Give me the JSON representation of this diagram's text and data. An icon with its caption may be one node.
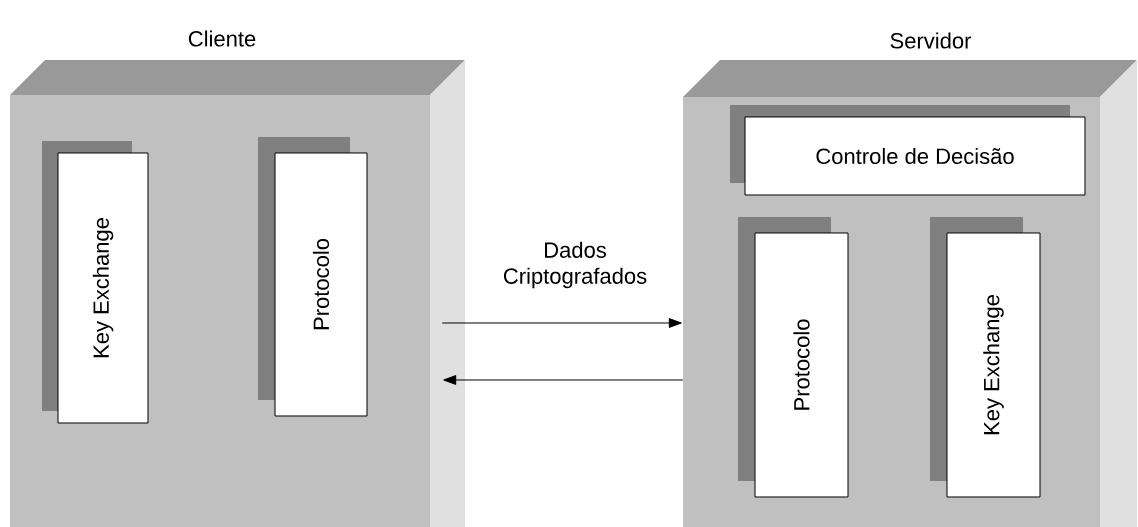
{
  "diagram": {
    "nodes": [
      {
        "text": [
          "Cliente"
        ]
      },
      {
        "text": [
          "Key Exchange"
        ],
        "in": 0
      },
      {
        "text": [
          "Protocolo"
        ],
        "in": 0
      },
      {
        "text": [
          "Servidor"
        ]
      },
      {
        "text": [
          "Controle de Decisão"
        ],
        "in": 3
      },
      {
        "text": [
          "Protocolo"
        ],
        "in": 3
      },
      {
        "text": [
          "Key Exchange"
        ],
        "in": 3
      }
    ],
    "edges": [
      {
        "from": 0,
        "to": 3,
        "arrow": "to",
        "label": "Dados Criptografados"
      },
      {
        "from": 3,
        "to": 0,
        "arrow": "to"
      }
    ]
  }
}
